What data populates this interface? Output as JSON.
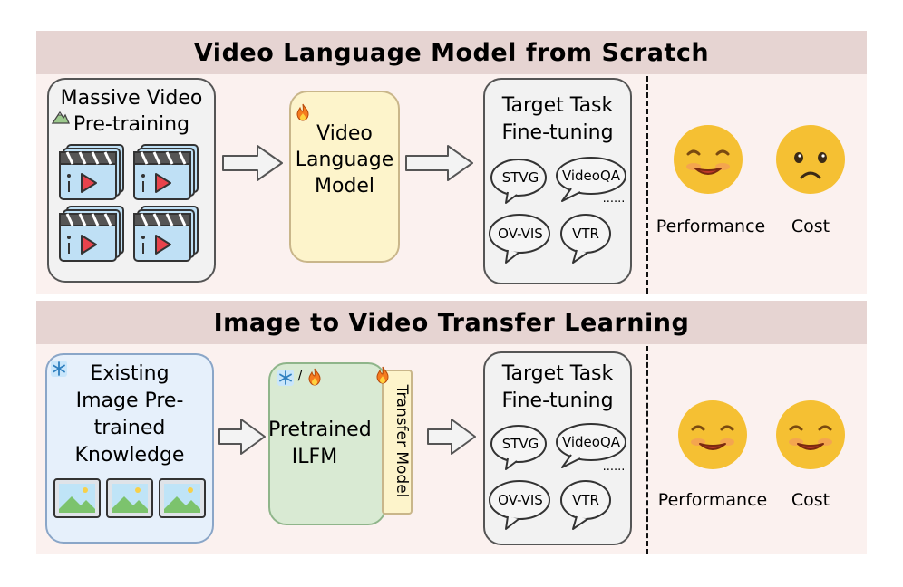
{
  "top": {
    "title": "Video Language Model from Scratch",
    "pretrain_label": "Massive Video\nPre-training",
    "model_label": "Video\nLanguage\nModel",
    "target_label": "Target Task\nFine-tuning",
    "tasks": [
      "STVG",
      "VideoQA",
      "OV-VIS",
      "VTR"
    ],
    "ellipsis": "......",
    "performance_label": "Performance",
    "cost_label": "Cost",
    "performance_face": "smiling-face",
    "cost_face": "sad-face"
  },
  "bottom": {
    "title": "Image to Video Transfer Learning",
    "knowledge_label": "Existing\nImage Pre-\ntrained\nKnowledge",
    "ilfm_label": "Pretrained\nILFM",
    "ilfm_badge_sep": "/",
    "transfer_label": "Transfer Model",
    "target_label": "Target Task\nFine-tuning",
    "tasks": [
      "STVG",
      "VideoQA",
      "OV-VIS",
      "VTR"
    ],
    "ellipsis": "......",
    "performance_label": "Performance",
    "cost_label": "Cost",
    "performance_face": "smiling-face",
    "cost_face": "smiling-face"
  },
  "colors": {
    "title_band": "#e6d4d2",
    "section_bg": "#fbf1ef",
    "gray_box": "#f2f2f2",
    "yellow_box": "#fdf4cb",
    "blue_box": "#e6f0fb",
    "green_box": "#d9ead3",
    "emoji_face": "#f5c033",
    "film_blue": "#bfe0f5",
    "play_red": "#e8434c"
  }
}
